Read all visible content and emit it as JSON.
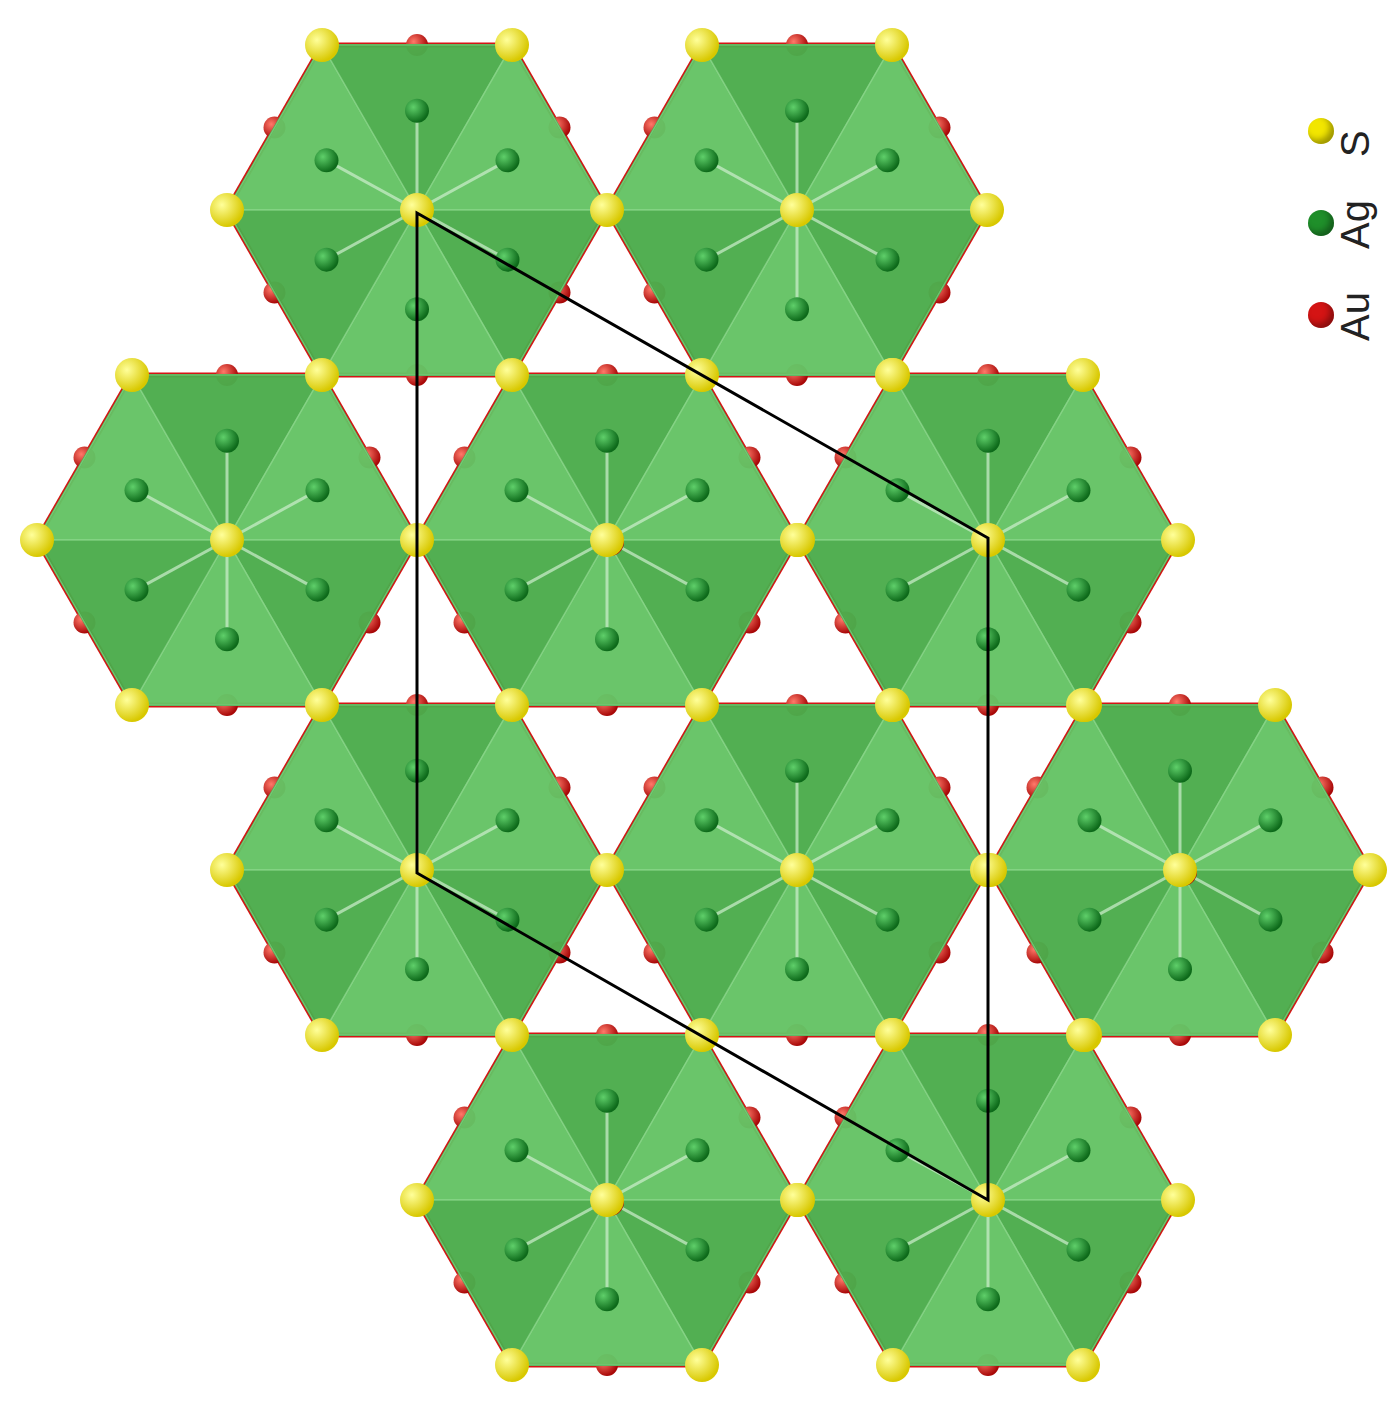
{
  "diagram": {
    "legend": [
      {
        "text": "S",
        "color": "#f2e600"
      },
      {
        "text": "Ag",
        "color": "#1f8f2a"
      },
      {
        "text": "Au",
        "color": "#d41414"
      }
    ]
  }
}
